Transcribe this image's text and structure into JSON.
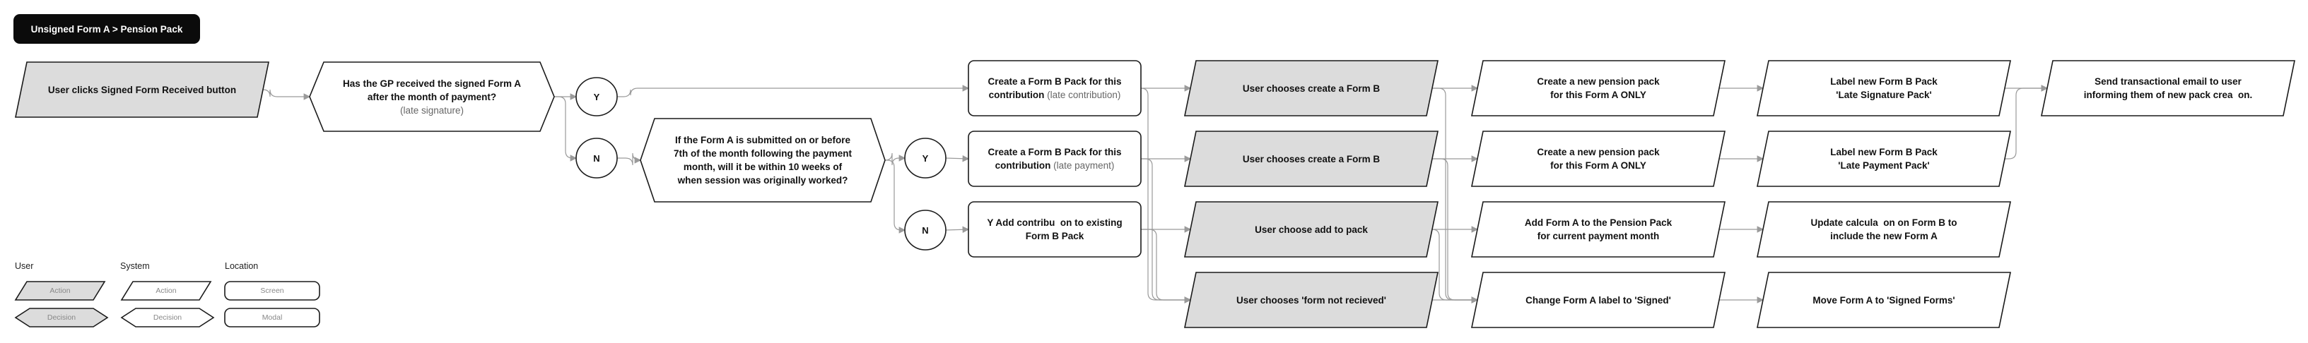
{
  "breadcrumb": "Unsigned Form A > Pension Pack",
  "nodes": [
    {
      "id": "start",
      "type": "action",
      "filled": true,
      "lines": [
        "User clicks Signed Form Received button"
      ]
    },
    {
      "id": "q_gp",
      "type": "decision",
      "filled": false,
      "lines": [
        "Has the GP received the signed Form A",
        "after the month of payment?"
      ],
      "sub": "(late signature)"
    },
    {
      "id": "y1",
      "type": "circle",
      "label": "Y"
    },
    {
      "id": "n1",
      "type": "circle",
      "label": "N"
    },
    {
      "id": "q_deadline",
      "type": "decision",
      "filled": false,
      "lines": [
        "If the Form A is submitted on or before",
        "7th of the month following the payment",
        "month, will it be within 10 weeks of",
        "when session was originally worked?"
      ]
    },
    {
      "id": "y2",
      "type": "circle",
      "label": "Y"
    },
    {
      "id": "n2",
      "type": "circle",
      "label": "N"
    },
    {
      "id": "s_late_contrib",
      "type": "screen",
      "lines": [
        "Create a Form B Pack for this"
      ],
      "line2": "contribution",
      "line2_sub": " (late contribution)"
    },
    {
      "id": "s_late_payment",
      "type": "screen",
      "lines": [
        "Create a Form B Pack for this"
      ],
      "line2": "contribution",
      "line2_sub": " (late payment)"
    },
    {
      "id": "s_add_existing",
      "type": "screen",
      "lines": [
        "Y Add contribu  on to existing",
        "Form B Pack"
      ]
    },
    {
      "id": "u_create1",
      "type": "action",
      "filled": true,
      "lines": [
        "User chooses create a Form B"
      ]
    },
    {
      "id": "u_create2",
      "type": "action",
      "filled": true,
      "lines": [
        "User chooses create a Form B"
      ]
    },
    {
      "id": "u_add",
      "type": "action",
      "filled": true,
      "lines": [
        "User choose add to pack"
      ]
    },
    {
      "id": "u_notrecv",
      "type": "action",
      "filled": true,
      "lines": [
        "User chooses 'form not recieved'"
      ]
    },
    {
      "id": "a_new1",
      "type": "action",
      "filled": false,
      "lines": [
        "Create a new pension pack",
        "for this Form A ONLY"
      ]
    },
    {
      "id": "a_new2",
      "type": "action",
      "filled": false,
      "lines": [
        "Create a new pension pack",
        "for this Form A ONLY"
      ]
    },
    {
      "id": "a_addpack",
      "type": "action",
      "filled": false,
      "lines": [
        "Add Form A to the Pension Pack",
        "for current payment month"
      ]
    },
    {
      "id": "a_label_signed",
      "type": "action",
      "filled": false,
      "lines": [
        "Change Form A label to 'Signed'"
      ]
    },
    {
      "id": "a_label_late_sig",
      "type": "action",
      "filled": false,
      "lines": [
        "Label new Form B Pack",
        "'Late Signature Pack'"
      ]
    },
    {
      "id": "a_label_late_pay",
      "type": "action",
      "filled": false,
      "lines": [
        "Label new Form B Pack",
        "'Late Payment Pack'"
      ]
    },
    {
      "id": "a_update_calc",
      "type": "action",
      "filled": false,
      "lines": [
        "Update calcula  on on Form B to",
        "include the new Form A"
      ]
    },
    {
      "id": "a_move",
      "type": "action",
      "filled": false,
      "lines": [
        "Move Form A to 'Signed Forms'"
      ]
    },
    {
      "id": "a_email",
      "type": "action",
      "filled": false,
      "lines": [
        "Send transactional email to user",
        "informing them of new pack crea  on."
      ]
    }
  ],
  "edges": [
    [
      "start",
      "q_gp"
    ],
    [
      "q_gp",
      "y1"
    ],
    [
      "q_gp",
      "n1"
    ],
    [
      "y1",
      "s_late_contrib"
    ],
    [
      "n1",
      "q_deadline"
    ],
    [
      "q_deadline",
      "y2"
    ],
    [
      "q_deadline",
      "n2"
    ],
    [
      "y2",
      "s_late_payment"
    ],
    [
      "n2",
      "s_add_existing"
    ],
    [
      "s_late_contrib",
      "u_create1"
    ],
    [
      "s_late_contrib",
      "u_notrecv"
    ],
    [
      "s_late_payment",
      "u_create2"
    ],
    [
      "s_late_payment",
      "u_notrecv"
    ],
    [
      "s_add_existing",
      "u_add"
    ],
    [
      "s_add_existing",
      "u_notrecv"
    ],
    [
      "u_create1",
      "a_new1"
    ],
    [
      "u_create2",
      "a_new2"
    ],
    [
      "u_add",
      "a_addpack"
    ],
    [
      "u_create1",
      "a_label_signed"
    ],
    [
      "u_create2",
      "a_label_signed"
    ],
    [
      "u_add",
      "a_label_signed"
    ],
    [
      "u_notrecv",
      "a_label_signed"
    ],
    [
      "a_new1",
      "a_label_late_sig"
    ],
    [
      "a_new2",
      "a_label_late_pay"
    ],
    [
      "a_addpack",
      "a_update_calc"
    ],
    [
      "a_label_signed",
      "a_move"
    ],
    [
      "a_label_late_sig",
      "a_email"
    ],
    [
      "a_label_late_pay",
      "a_email"
    ]
  ],
  "legend": {
    "user_heading": "User",
    "system_heading": "System",
    "location_heading": "Location",
    "user_action": "Action",
    "user_decision": "Decision",
    "system_action": "Action",
    "system_decision": "Decision",
    "screen": "Screen",
    "modal": "Modal"
  },
  "colors": {
    "fill": "#dcdcdc",
    "stroke": "#1a1a1a",
    "edge": "#9a9a9a",
    "text": "#111111",
    "sub_text": "#666666",
    "breadcrumb_bg": "#0b0b0b"
  }
}
